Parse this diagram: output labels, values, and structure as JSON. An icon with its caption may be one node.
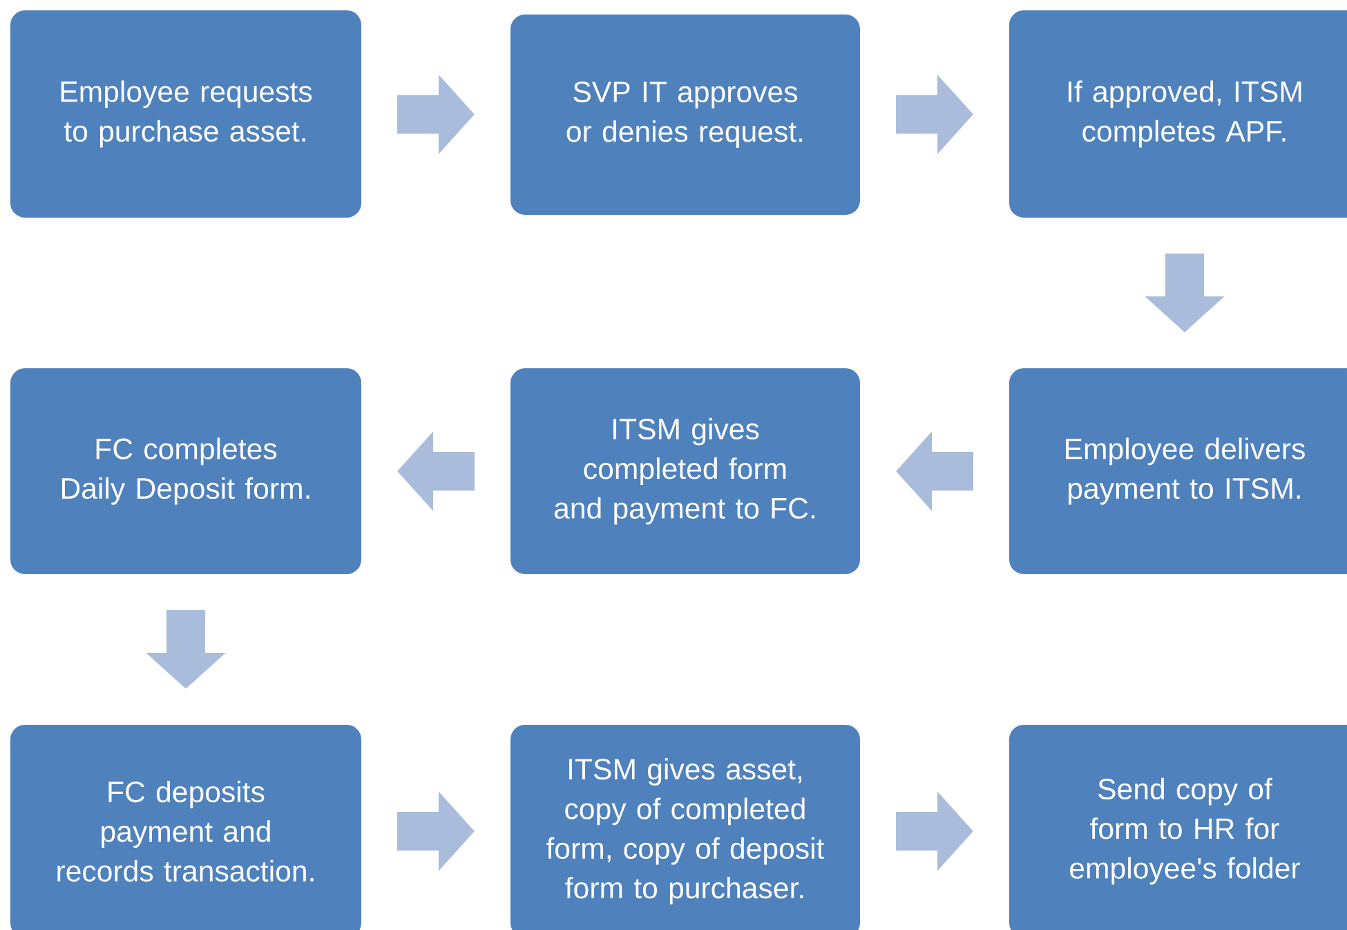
{
  "diagram": {
    "nodes": [
      {
        "text": [
          "Employee requests to purchase asset."
        ]
      },
      {
        "text": [
          "SVP IT approves or denies request."
        ]
      },
      {
        "text": [
          "If approved, ITSM completes APF."
        ]
      },
      {
        "text": [
          "FC completes Daily Deposit form."
        ]
      },
      {
        "text": [
          "ITSM gives completed form and payment to FC."
        ]
      },
      {
        "text": [
          "Employee delivers payment to ITSM."
        ]
      },
      {
        "text": [
          "FC deposits payment and records transaction."
        ]
      },
      {
        "text": [
          "ITSM gives asset, copy of completed form, copy of deposit form to purchaser."
        ]
      },
      {
        "text": [
          "Send copy of form to HR for employee's folder"
        ]
      }
    ],
    "edges": [
      {
        "from": 0,
        "to": 1,
        "arrow": "to"
      },
      {
        "from": 1,
        "to": 2,
        "arrow": "to"
      },
      {
        "from": 2,
        "to": 5,
        "arrow": "to"
      },
      {
        "from": 5,
        "to": 4,
        "arrow": "to"
      },
      {
        "from": 4,
        "to": 3,
        "arrow": "to"
      },
      {
        "from": 3,
        "to": 6,
        "arrow": "to"
      },
      {
        "from": 6,
        "to": 7,
        "arrow": "to"
      },
      {
        "from": 7,
        "to": 8,
        "arrow": "to"
      }
    ]
  }
}
